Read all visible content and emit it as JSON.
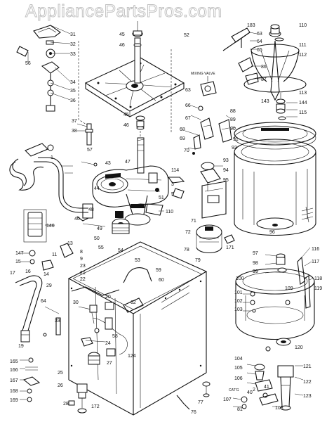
{
  "watermark": "AppliancePartsPros.com",
  "labels": [
    {
      "id": "31",
      "text": "31"
    },
    {
      "id": "32",
      "text": "32"
    },
    {
      "id": "33",
      "text": "33"
    },
    {
      "id": "34",
      "text": "34"
    },
    {
      "id": "35",
      "text": "35"
    },
    {
      "id": "36",
      "text": "36"
    },
    {
      "id": "56",
      "text": "56"
    },
    {
      "id": "37",
      "text": "37"
    },
    {
      "id": "38",
      "text": "38"
    },
    {
      "id": "57",
      "text": "57"
    },
    {
      "id": "45",
      "text": "45"
    },
    {
      "id": "46",
      "text": "46"
    },
    {
      "id": "45b",
      "text": "45"
    },
    {
      "id": "46b",
      "text": "46"
    },
    {
      "id": "52",
      "text": "52"
    },
    {
      "id": "47",
      "text": "47"
    },
    {
      "id": "48",
      "text": "48"
    },
    {
      "id": "49",
      "text": "49"
    },
    {
      "id": "40",
      "text": "40"
    },
    {
      "id": "44",
      "text": "44"
    },
    {
      "id": "43",
      "text": "43"
    },
    {
      "id": "50",
      "text": "50"
    },
    {
      "id": "51",
      "text": "51"
    },
    {
      "id": "114",
      "text": "114"
    },
    {
      "id": "110",
      "text": "110"
    },
    {
      "id": "53",
      "text": "53"
    },
    {
      "id": "54",
      "text": "54"
    },
    {
      "id": "55",
      "text": "55"
    },
    {
      "id": "3",
      "text": "3"
    },
    {
      "id": "5",
      "text": "5"
    },
    {
      "id": "146",
      "text": "146"
    },
    {
      "id": "147",
      "text": "147"
    },
    {
      "id": "15",
      "text": "15"
    },
    {
      "id": "11",
      "text": "11"
    },
    {
      "id": "14",
      "text": "14"
    },
    {
      "id": "17",
      "text": "17"
    },
    {
      "id": "13",
      "text": "13"
    },
    {
      "id": "8",
      "text": "8"
    },
    {
      "id": "9",
      "text": "9"
    },
    {
      "id": "23",
      "text": "23"
    },
    {
      "id": "21",
      "text": "21"
    },
    {
      "id": "22",
      "text": "22"
    },
    {
      "id": "29",
      "text": "29"
    },
    {
      "id": "64",
      "text": "64"
    },
    {
      "id": "30",
      "text": "30"
    },
    {
      "id": "20",
      "text": "20"
    },
    {
      "id": "59",
      "text": "59"
    },
    {
      "id": "60",
      "text": "60"
    },
    {
      "id": "62",
      "text": "62"
    },
    {
      "id": "58",
      "text": "58"
    },
    {
      "id": "19",
      "text": "19"
    },
    {
      "id": "33b",
      "text": "33"
    },
    {
      "id": "124",
      "text": "124"
    },
    {
      "id": "24",
      "text": "24"
    },
    {
      "id": "25",
      "text": "25"
    },
    {
      "id": "26",
      "text": "26"
    },
    {
      "id": "27",
      "text": "27"
    },
    {
      "id": "28",
      "text": "28"
    },
    {
      "id": "172",
      "text": "172"
    },
    {
      "id": "165",
      "text": "165"
    },
    {
      "id": "166",
      "text": "166"
    },
    {
      "id": "167",
      "text": "167"
    },
    {
      "id": "168",
      "text": "168"
    },
    {
      "id": "169",
      "text": "169"
    },
    {
      "id": "77",
      "text": "77"
    },
    {
      "id": "76",
      "text": "76"
    },
    {
      "id": "78",
      "text": "78"
    },
    {
      "id": "79",
      "text": "79"
    },
    {
      "id": "1",
      "text": "1"
    },
    {
      "id": "183",
      "text": "183"
    },
    {
      "id": "63",
      "text": "63"
    },
    {
      "id": "64b",
      "text": "64"
    },
    {
      "id": "65",
      "text": "65"
    },
    {
      "id": "86",
      "text": "86"
    },
    {
      "id": "87",
      "text": "87"
    },
    {
      "id": "mixing",
      "text": "MIXING VALVE"
    },
    {
      "id": "63b",
      "text": "63"
    },
    {
      "id": "66",
      "text": "66"
    },
    {
      "id": "67",
      "text": "67"
    },
    {
      "id": "68",
      "text": "68"
    },
    {
      "id": "69",
      "text": "69"
    },
    {
      "id": "70",
      "text": "70"
    },
    {
      "id": "88",
      "text": "88"
    },
    {
      "id": "89",
      "text": "89"
    },
    {
      "id": "90",
      "text": "90"
    },
    {
      "id": "91",
      "text": "91"
    },
    {
      "id": "92",
      "text": "92"
    },
    {
      "id": "93",
      "text": "93"
    },
    {
      "id": "94",
      "text": "94"
    },
    {
      "id": "95",
      "text": "95"
    },
    {
      "id": "96",
      "text": "96"
    },
    {
      "id": "71",
      "text": "71"
    },
    {
      "id": "72",
      "text": "72"
    },
    {
      "id": "171",
      "text": "171"
    },
    {
      "id": "110b",
      "text": "110"
    },
    {
      "id": "111",
      "text": "111"
    },
    {
      "id": "112",
      "text": "112"
    },
    {
      "id": "113",
      "text": "113"
    },
    {
      "id": "143",
      "text": "143"
    },
    {
      "id": "144",
      "text": "144"
    },
    {
      "id": "115",
      "text": "115"
    },
    {
      "id": "97",
      "text": "97"
    },
    {
      "id": "98",
      "text": "98"
    },
    {
      "id": "99",
      "text": "99"
    },
    {
      "id": "100",
      "text": "100"
    },
    {
      "id": "101",
      "text": "101"
    },
    {
      "id": "102",
      "text": "102"
    },
    {
      "id": "103",
      "text": "103"
    },
    {
      "id": "109",
      "text": "109"
    },
    {
      "id": "116",
      "text": "116"
    },
    {
      "id": "117",
      "text": "117"
    },
    {
      "id": "118",
      "text": "118"
    },
    {
      "id": "119",
      "text": "119"
    },
    {
      "id": "120",
      "text": "120"
    },
    {
      "id": "104",
      "text": "104"
    },
    {
      "id": "105",
      "text": "105"
    },
    {
      "id": "106",
      "text": "106"
    },
    {
      "id": "121",
      "text": "121"
    },
    {
      "id": "122",
      "text": "122"
    },
    {
      "id": "123",
      "text": "123"
    },
    {
      "id": "2",
      "text": "2"
    },
    {
      "id": "107",
      "text": "107"
    },
    {
      "id": "108",
      "text": "108"
    },
    {
      "id": "81",
      "text": "81"
    },
    {
      "id": "40b",
      "text": "40"
    },
    {
      "id": "41",
      "text": "41"
    },
    {
      "id": "cat",
      "text": "CAT'G"
    },
    {
      "id": "16",
      "text": "16"
    }
  ]
}
